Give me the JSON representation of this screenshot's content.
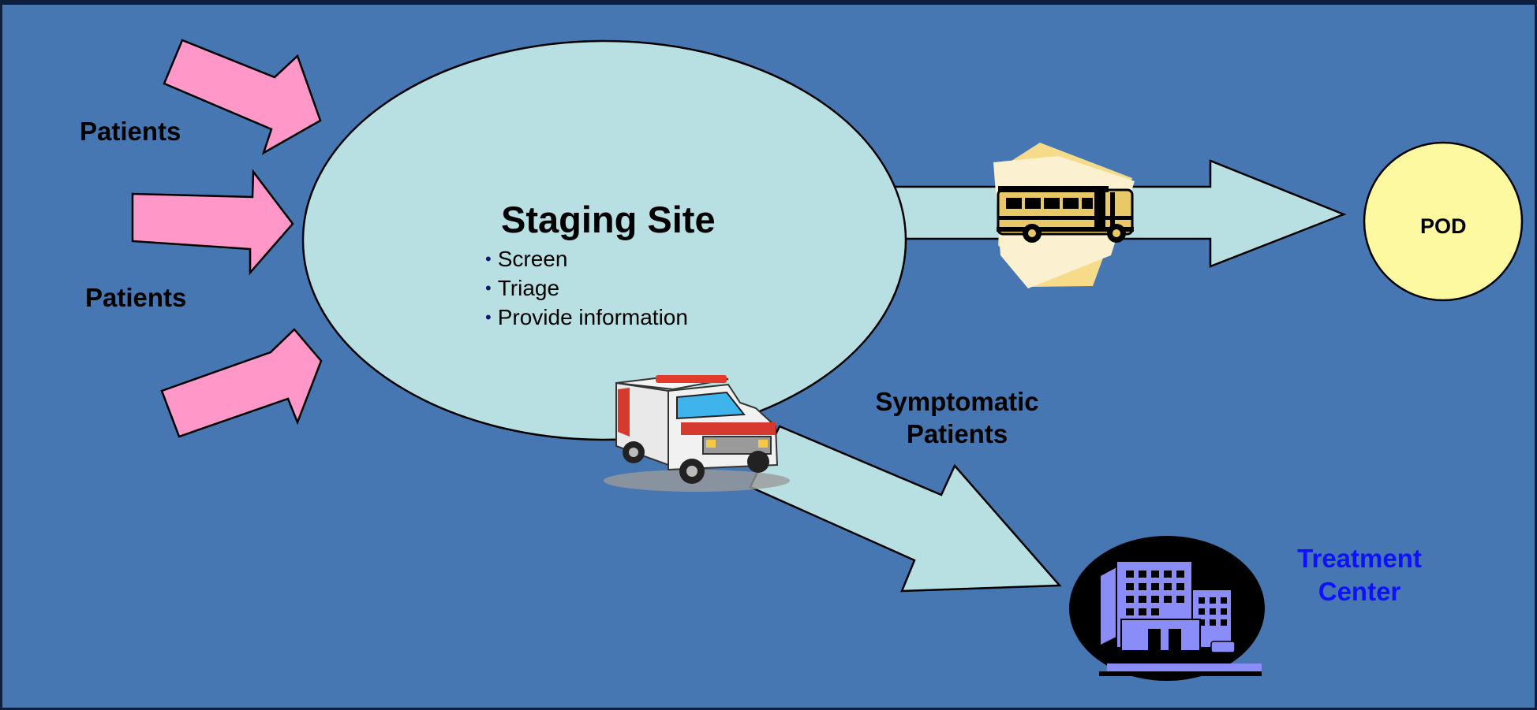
{
  "labels": {
    "patients_top": "Patients",
    "patients_middle": "Patients",
    "staging_title": "Staging Site",
    "staging_items": [
      "Screen",
      "Triage",
      "Provide information"
    ],
    "symptomatic_line1": "Symptomatic",
    "symptomatic_line2": "Patients",
    "pod": "POD",
    "treatment_line1": "Treatment",
    "treatment_line2": "Center"
  },
  "icons": [
    "school-bus-icon",
    "ambulance-icon",
    "hospital-building-icon"
  ],
  "colors": {
    "background": "#4677b3",
    "staging_ellipse": "#b8e0e3",
    "incoming_arrows": "#ff97c8",
    "flow_arrows": "#b8e0e3",
    "pod_circle": "#fdf9a0",
    "treatment_text": "#1010ff",
    "hospital": "#8a8cf8"
  }
}
